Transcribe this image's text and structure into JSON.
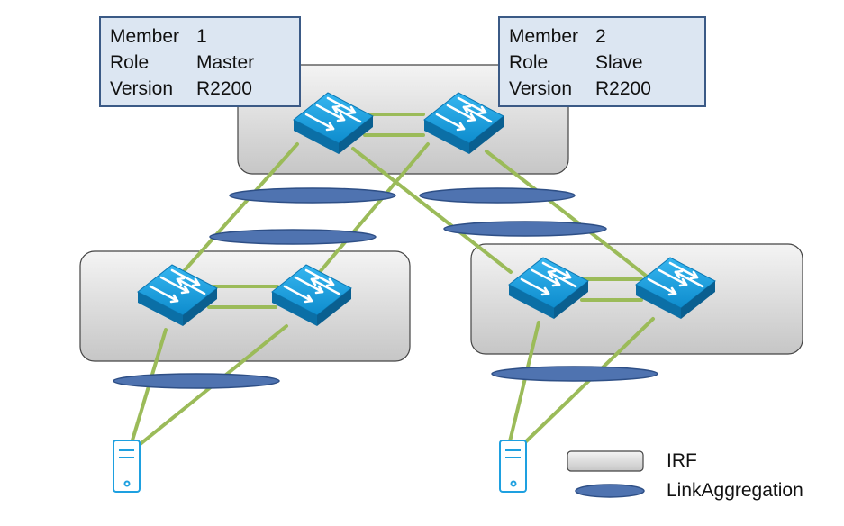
{
  "members": [
    {
      "fields": [
        {
          "key": "Member",
          "value": "1"
        },
        {
          "key": "Role",
          "value": "Master"
        },
        {
          "key": "Version",
          "value": "R2200"
        }
      ]
    },
    {
      "fields": [
        {
          "key": "Member",
          "value": "2"
        },
        {
          "key": "Role",
          "value": "Slave"
        },
        {
          "key": "Version",
          "value": "R2200"
        }
      ]
    }
  ],
  "legend": {
    "irf_label": "IRF",
    "link_aggregation_label": "LinkAggregation"
  },
  "colors": {
    "link": "#9bbb59",
    "irf_box_fill_top": "#f2f2f2",
    "irf_box_fill_bottom": "#c9c9c9",
    "aggregation": "#4f73b0",
    "aggregation_stroke": "#2e4f86",
    "switch": "#1a9fe0",
    "server": "#1ea0e0",
    "infobox_fill": "#dce6f2",
    "infobox_border": "#3b5a86"
  },
  "icons": [
    "switch-icon",
    "server-icon"
  ]
}
